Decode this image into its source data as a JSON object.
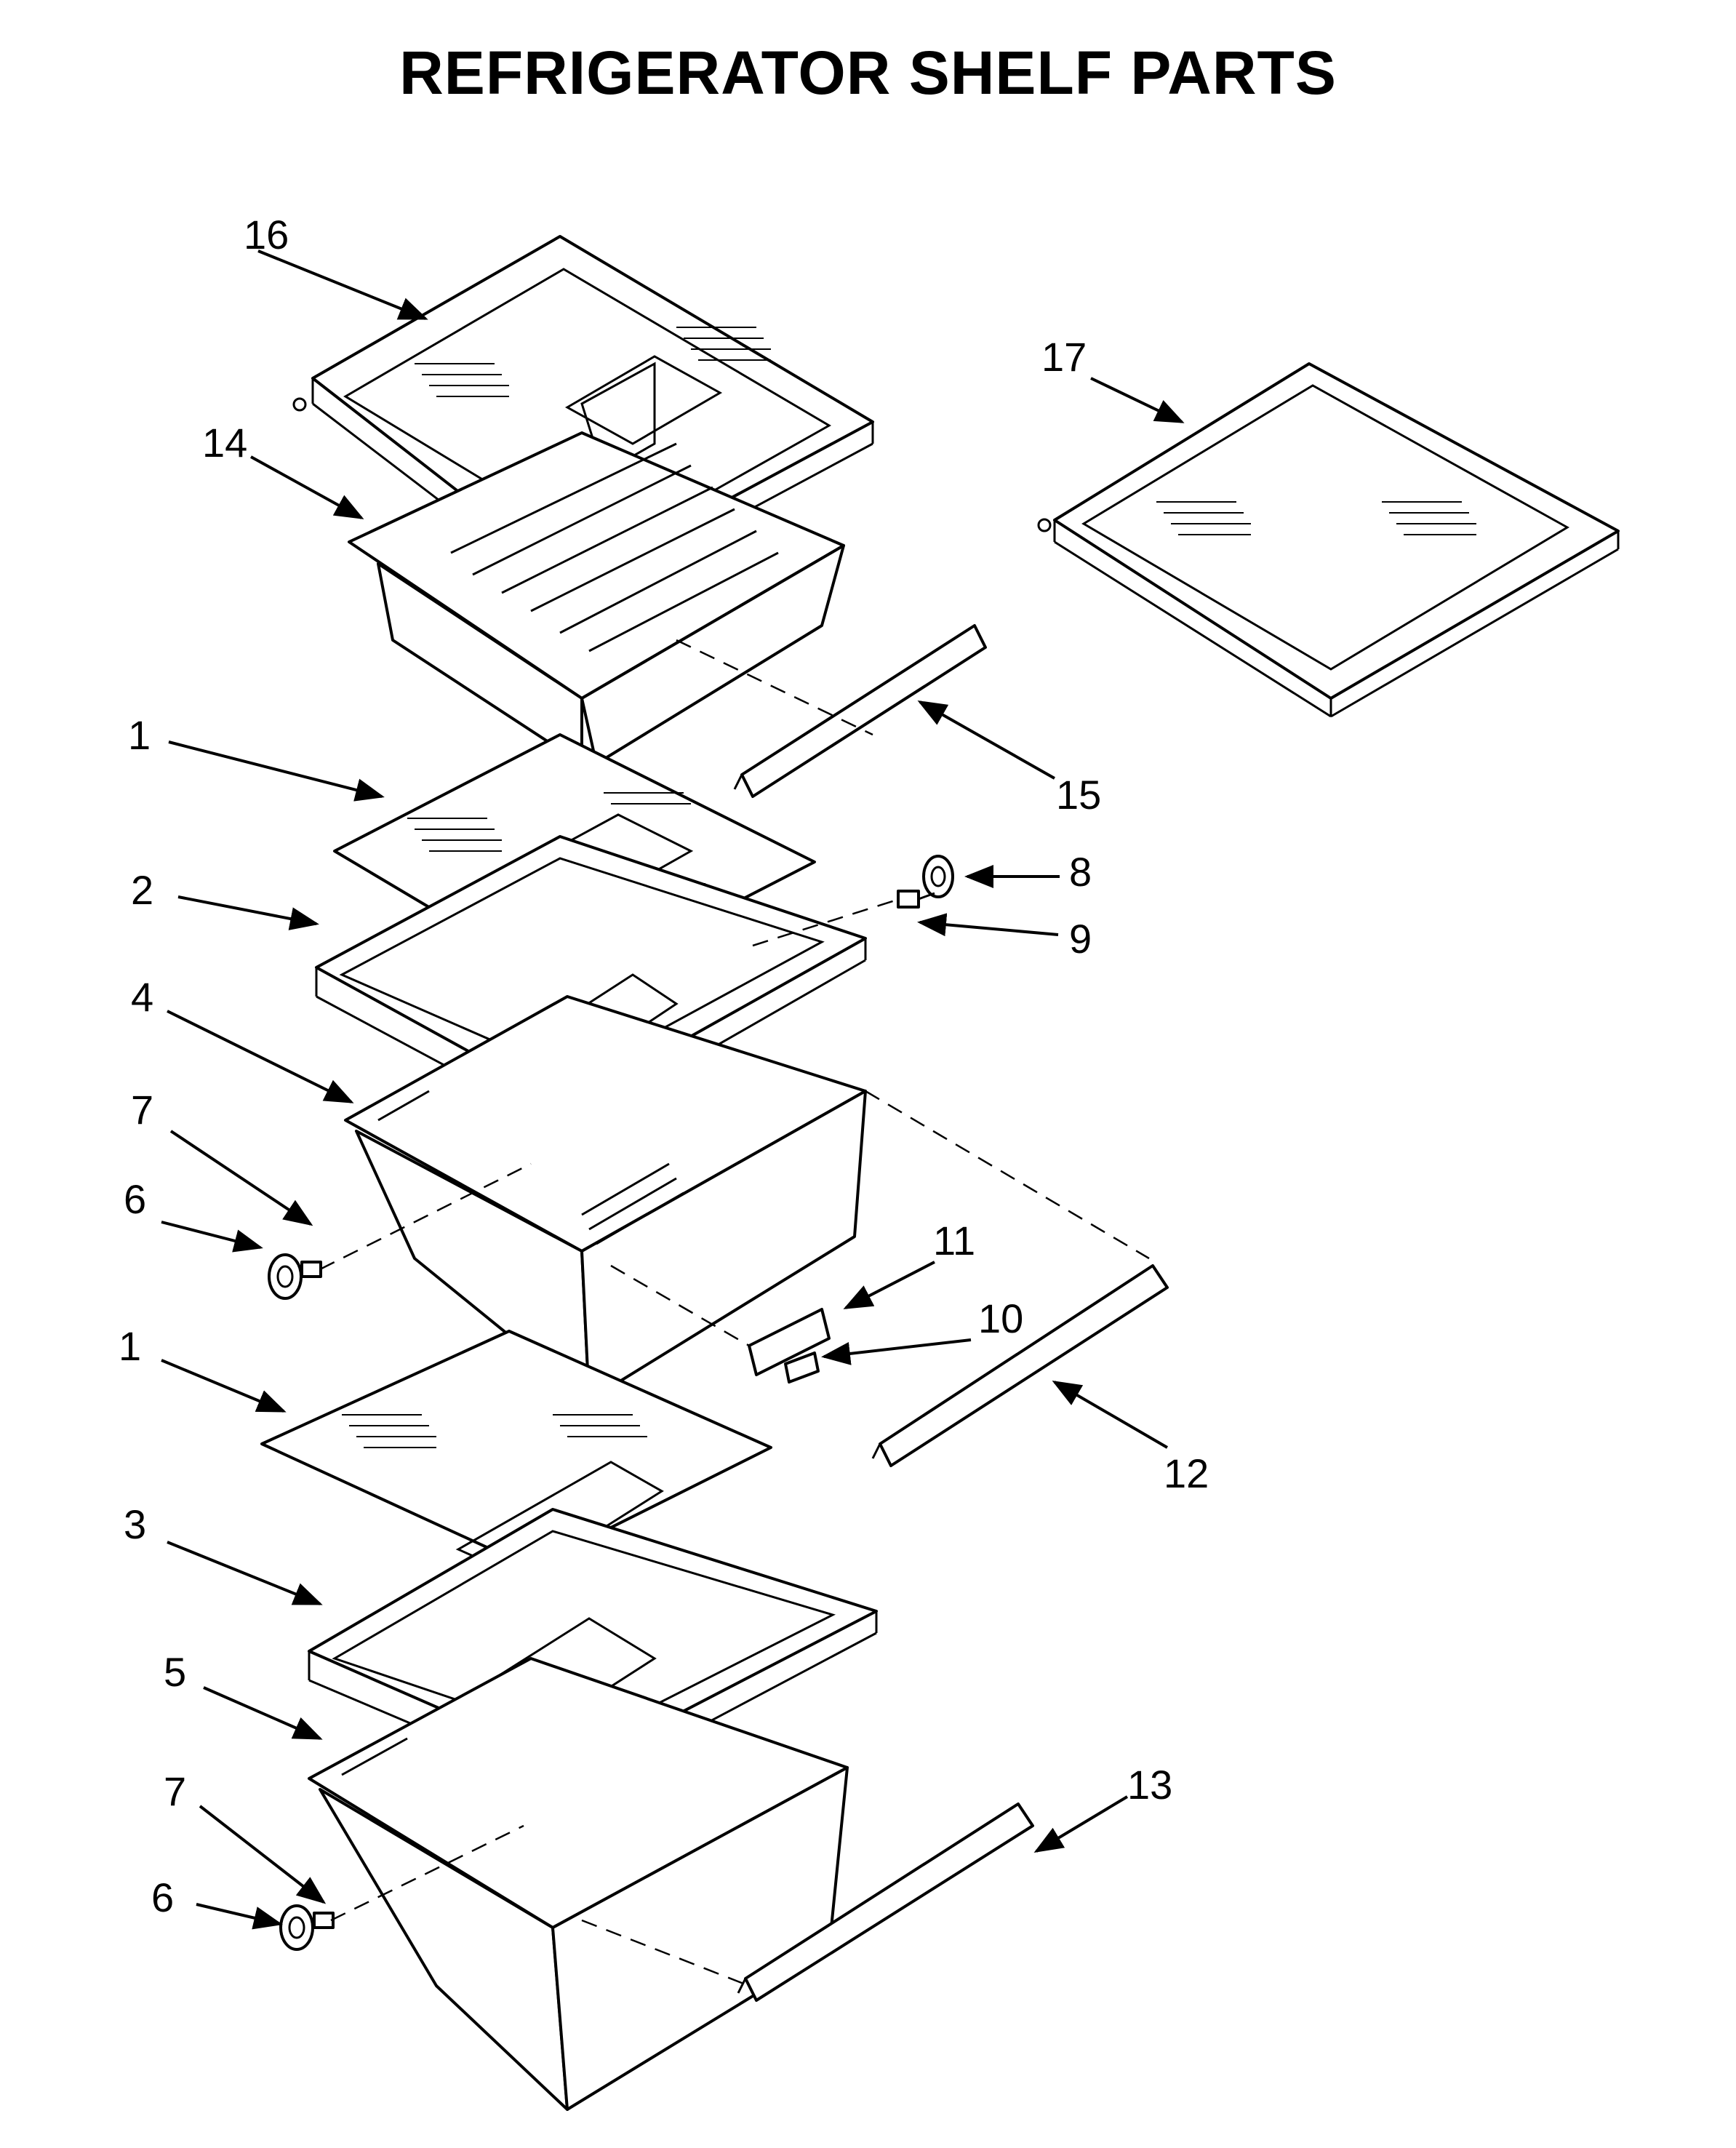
{
  "title": "REFRIGERATOR SHELF PARTS",
  "callouts": [
    "16",
    "17",
    "14",
    "15",
    "1",
    "8",
    "2",
    "9",
    "4",
    "7",
    "6",
    "11",
    "10",
    "1",
    "12",
    "3",
    "5",
    "13",
    "7",
    "6"
  ]
}
